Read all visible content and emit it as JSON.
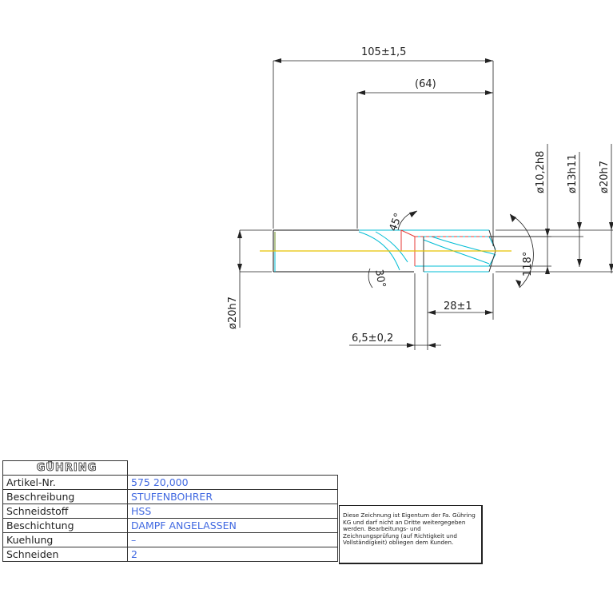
{
  "dimensions": {
    "overall_length": "105±1,5",
    "flute_length": "(64)",
    "step_length": "28±1",
    "chamfer_length": "6,5±0,2",
    "dia_small": "ø10,2h8",
    "dia_step": "ø13h11",
    "dia_shank_right": "ø20h7",
    "dia_shank_left": "ø20h7",
    "angle_chamfer": "45°",
    "angle_bottom": "30°",
    "point_angle": "118°"
  },
  "title_block": {
    "logo": "GÜHRING",
    "rows": [
      {
        "label": "Artikel-Nr.",
        "value": "575 20,000"
      },
      {
        "label": "Beschreibung",
        "value": "STUFENBOHRER"
      },
      {
        "label": "Schneidstoff",
        "value": "HSS"
      },
      {
        "label": "Beschichtung",
        "value": "DAMPF ANGELASSEN"
      },
      {
        "label": "Kuehlung",
        "value": "–"
      },
      {
        "label": "Schneiden",
        "value": "2"
      }
    ],
    "notice": "Diese Zeichnung ist Eigentum der Fa. Gühring KG und darf nicht an Dritte weitergegeben werden. Bearbeitungs- und Zeichnungsprüfung (auf Richtigkeit und Vollständigkeit) obliegen dem Kunden."
  }
}
